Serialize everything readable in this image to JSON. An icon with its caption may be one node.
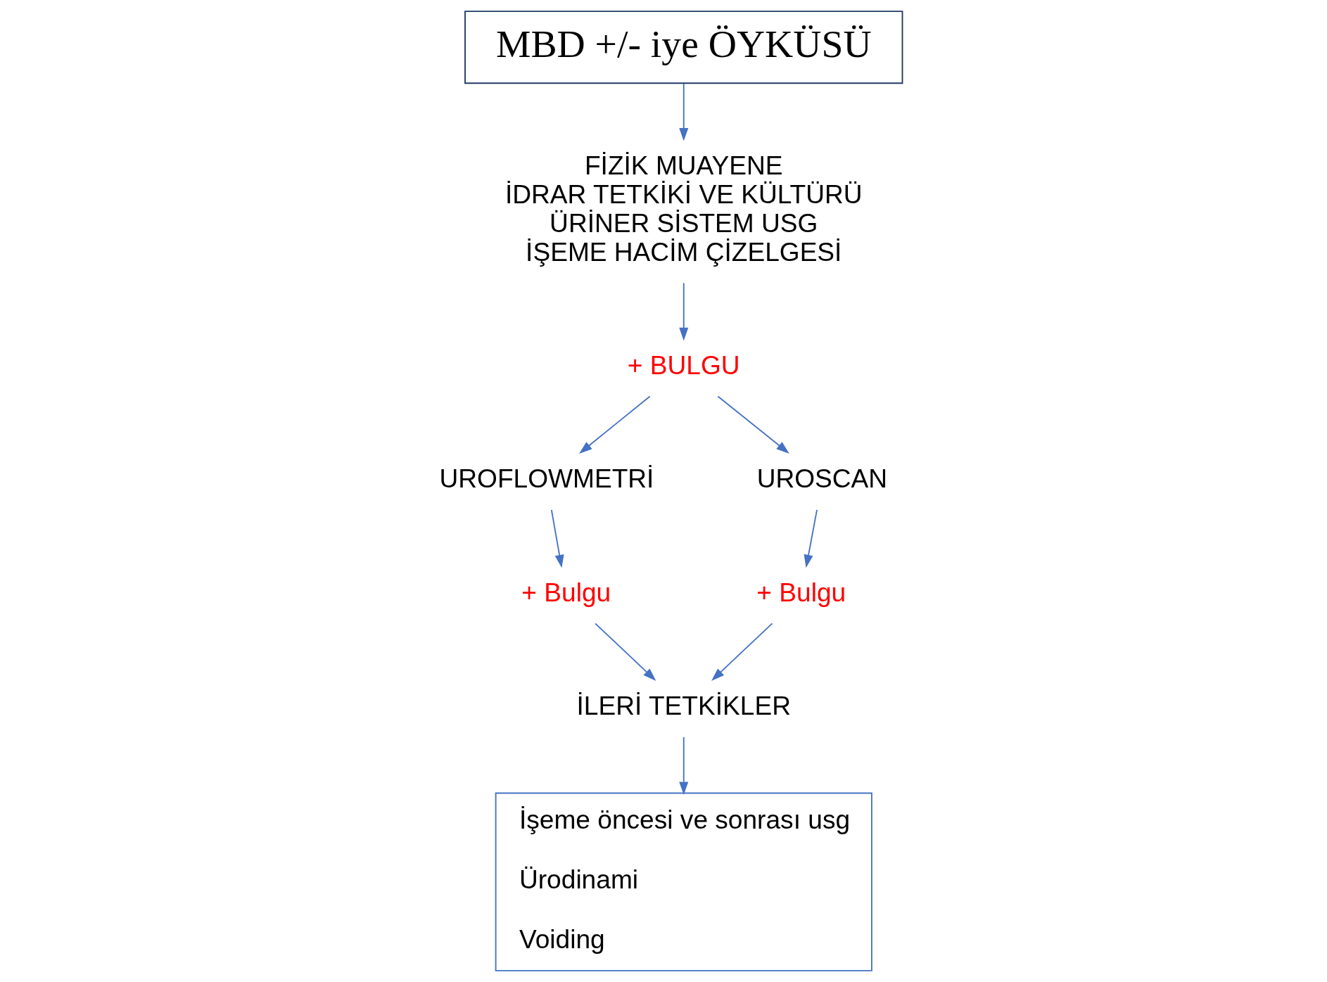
{
  "diagram": {
    "nodes": [
      {
        "text": [
          "MBD +/- iye ÖYKÜSÜ"
        ]
      },
      {
        "text": [
          "FİZİK MUAYENE",
          "İDRAR TETKİKİ VE KÜLTÜRÜ",
          "ÜRİNER SİSTEM USG",
          "İŞEME HACİM ÇİZELGESİ"
        ]
      },
      {
        "text": [
          "+ BULGU"
        ]
      },
      {
        "text": [
          "UROFLOWMETRİ"
        ]
      },
      {
        "text": [
          "UROSCAN"
        ]
      },
      {
        "text": [
          "+ Bulgu"
        ]
      },
      {
        "text": [
          "+ Bulgu"
        ]
      },
      {
        "text": [
          "İLERİ TETKİKLER"
        ]
      },
      {
        "text": [
          "İşeme öncesi ve sonrası usg",
          "Ürodinami",
          "Voiding"
        ]
      }
    ],
    "edges": [
      {
        "from": 0,
        "to": 1,
        "arrow": "to"
      },
      {
        "from": 1,
        "to": 2,
        "arrow": "to"
      },
      {
        "from": 2,
        "to": 3,
        "arrow": "to"
      },
      {
        "from": 2,
        "to": 4,
        "arrow": "to"
      },
      {
        "from": 3,
        "to": 5,
        "arrow": "to"
      },
      {
        "from": 4,
        "to": 6,
        "arrow": "to"
      },
      {
        "from": 5,
        "to": 7,
        "arrow": "to"
      },
      {
        "from": 6,
        "to": 7,
        "arrow": "to"
      },
      {
        "from": 7,
        "to": 8,
        "arrow": "to"
      }
    ]
  }
}
